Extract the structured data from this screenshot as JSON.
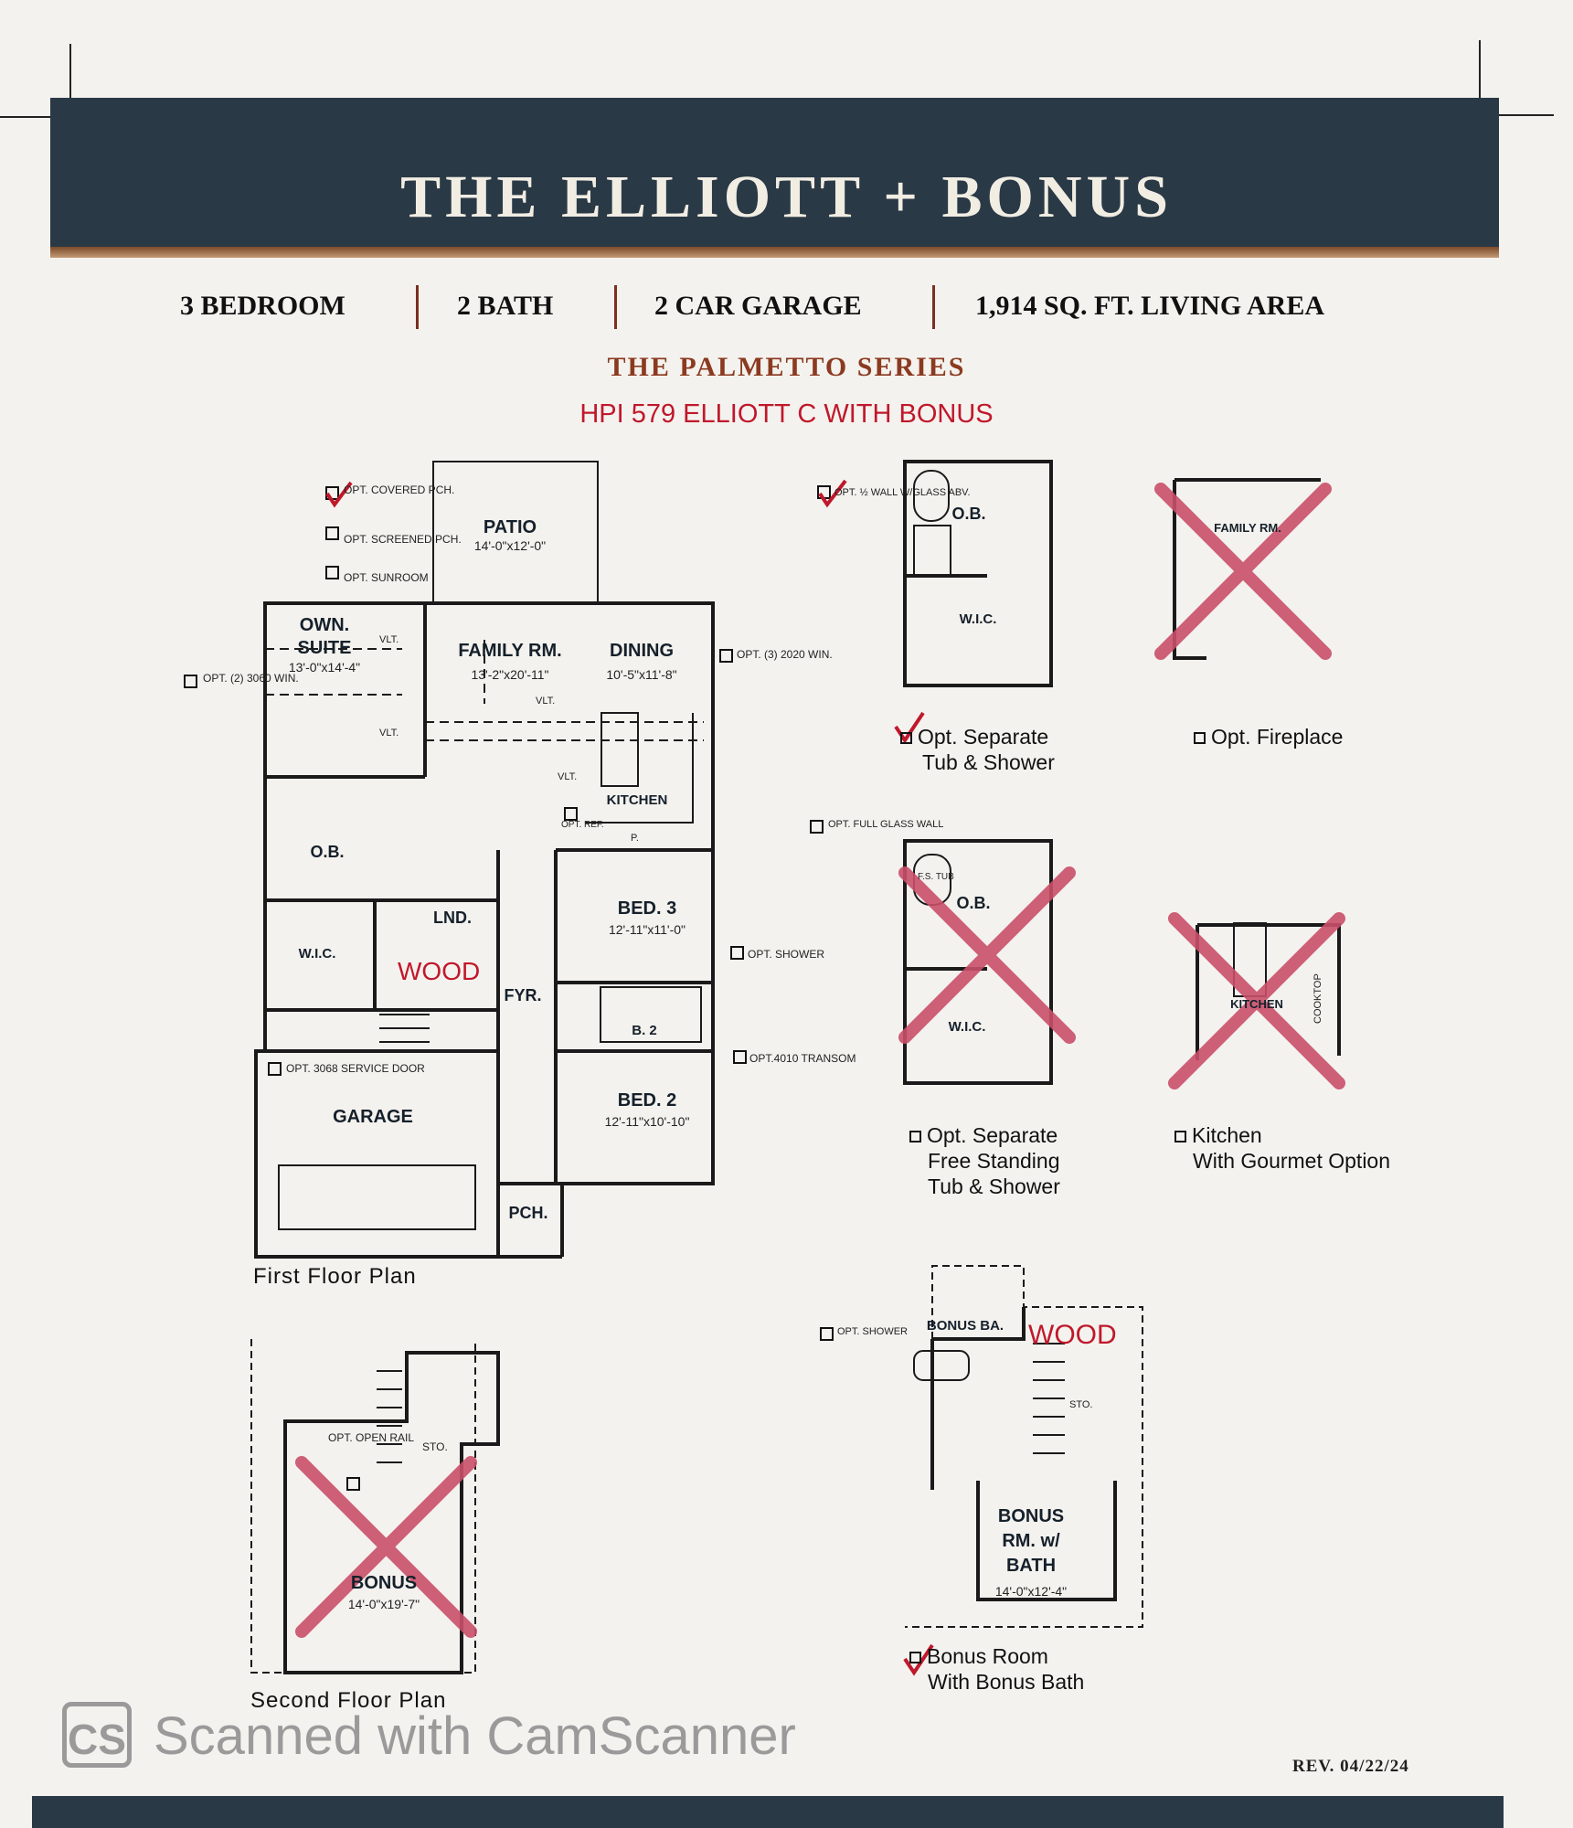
{
  "header": {
    "title": "THE ELLIOTT + BONUS",
    "stats": [
      "3 BEDROOM",
      "2 BATH",
      "2 CAR GARAGE",
      "1,914 SQ. FT. LIVING AREA"
    ],
    "series": "THE PALMETTO SERIES",
    "model": "HPI 579 ELLIOTT C WITH BONUS"
  },
  "first_floor": {
    "caption": "First Floor Plan",
    "rooms": {
      "patio": "PATIO",
      "patio_dim": "14'-0\"x12'-0\"",
      "own_suite_1": "OWN.",
      "own_suite_2": "SUITE",
      "own_suite_dim": "13'-0\"x14'-4\"",
      "family": "FAMILY RM.",
      "family_dim": "13'-2\"x20'-11\"",
      "dining": "DINING",
      "dining_dim": "10'-5\"x11'-8\"",
      "kitchen": "KITCHEN",
      "ob": "O.B.",
      "lnd": "LND.",
      "wic": "W.I.C.",
      "fyr": "FYR.",
      "bed3": "BED. 3",
      "bed3_dim": "12'-11\"x11'-0\"",
      "b2": "B. 2",
      "bed2": "BED. 2",
      "bed2_dim": "12'-11\"x10'-10\"",
      "garage": "GARAGE",
      "pch": "PCH.",
      "vlt": "VLT.",
      "opt_ref": "OPT. REF.",
      "p": "P."
    },
    "notes": {
      "covered": "OPT. COVERED PCH.",
      "screened": "OPT. SCREENED PCH.",
      "sunroom": "OPT. SUNROOM",
      "win2": "OPT. (2) 3060 WIN.",
      "win3": "OPT. (3) 2020 WIN.",
      "shower": "OPT. SHOWER",
      "transom": "OPT.4010 TRANSOM",
      "service": "OPT. 3068 SERVICE DOOR"
    },
    "wood": "WOOD"
  },
  "second_floor": {
    "caption": "Second Floor Plan",
    "open_rail": "OPT. OPEN RAIL",
    "sto": "STO.",
    "bonus": "BONUS",
    "bonus_dim": "14'-0\"x19'-7\""
  },
  "options": {
    "opt_sep_tub": {
      "label_1": "Opt. Separate",
      "label_2": "Tub & Shower",
      "checked": true,
      "note": "OPT. ½ WALL W/GLASS ABV.",
      "ob": "O.B.",
      "wic": "W.I.C."
    },
    "opt_fireplace": {
      "label": "Opt. Fireplace",
      "checked": false,
      "rm": "FAMILY RM."
    },
    "opt_free_tub": {
      "label_1": "Opt. Separate",
      "label_2": "Free Standing",
      "label_3": "Tub & Shower",
      "checked": false,
      "note": "OPT. FULL GLASS WALL",
      "fs": "F.S. TUB",
      "ob": "O.B.",
      "wic": "W.I.C."
    },
    "opt_kitchen": {
      "label_1": "Kitchen",
      "label_2": "With Gourmet Option",
      "checked": false,
      "kitchen": "KITCHEN",
      "cooktop": "COOKTOP"
    },
    "bonus_room": {
      "label_1": "Bonus Room",
      "label_2": "With Bonus Bath",
      "checked": true,
      "shower": "OPT. SHOWER",
      "bath": "BONUS BA.",
      "wood": "WOOD",
      "sto": "STO.",
      "rm_1": "BONUS",
      "rm_2": "RM. w/",
      "rm_3": "BATH",
      "rm_dim": "14'-0\"x12'-4\""
    }
  },
  "footer": {
    "rev": "REV. 04/22/24",
    "watermark": "Scanned with CamScanner",
    "logo": "CS"
  },
  "colors": {
    "banner": "#2a3946",
    "series": "#8b3a20",
    "model": "#c0182b",
    "cross": "#c9506a",
    "check": "#c0182b"
  }
}
